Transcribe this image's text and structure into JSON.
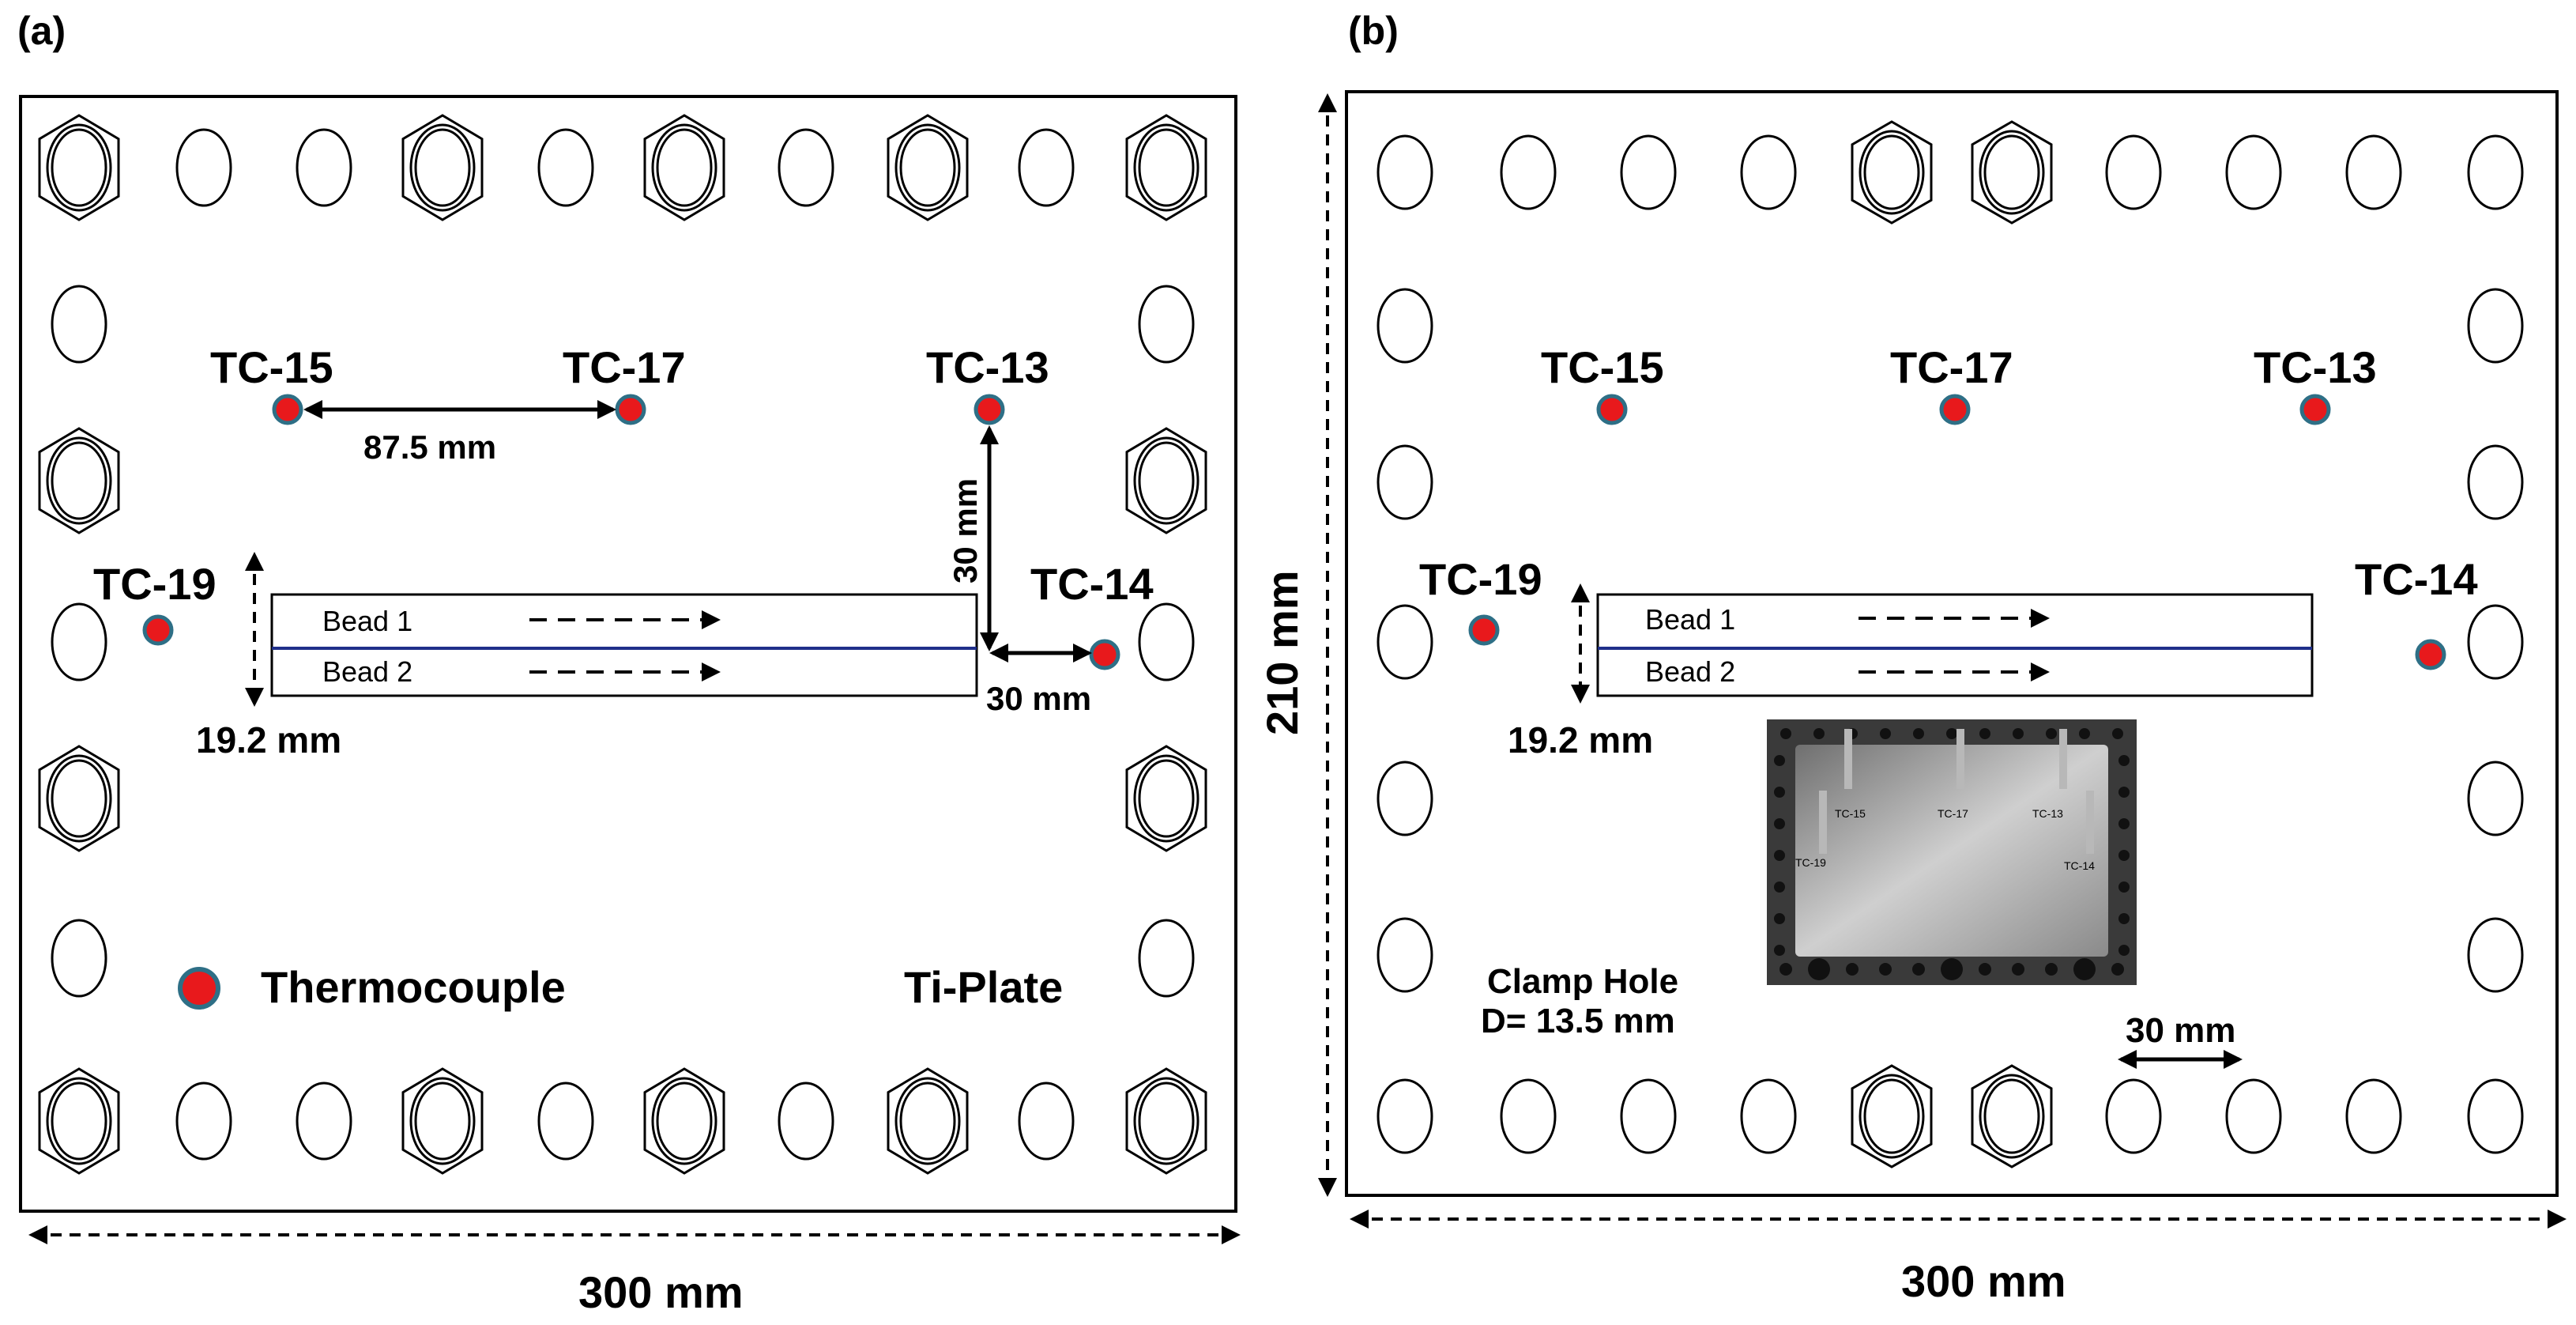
{
  "panels": [
    {
      "id": "a",
      "label": "(a)",
      "thermocouples": [
        "TC-15",
        "TC-17",
        "TC-13",
        "TC-19",
        "TC-14"
      ],
      "beads": [
        "Bead 1",
        "Bead 2"
      ],
      "dims": {
        "tc_spacing": "87.5 mm",
        "vertical_offset": "30 mm",
        "horizontal_offset": "30 mm",
        "bead_width": "19.2 mm",
        "width": "300 mm"
      },
      "legend": "Thermocouple",
      "plate_label": "Ti-Plate"
    },
    {
      "id": "b",
      "label": "(b)",
      "thermocouples": [
        "TC-15",
        "TC-17",
        "TC-13",
        "TC-19",
        "TC-14"
      ],
      "beads": [
        "Bead 1",
        "Bead 2"
      ],
      "dims": {
        "height": "210 mm",
        "bead_width": "19.2 mm",
        "hole_spacing": "30 mm",
        "width": "300 mm"
      },
      "clamp_hole": [
        "Clamp Hole",
        "D= 13.5 mm"
      ],
      "photo_labels": [
        "TC-15",
        "TC-17",
        "TC-13",
        "TC-19",
        "TC-14"
      ]
    }
  ],
  "colors": {
    "thermocouple_fill": "#e8191c",
    "thermocouple_ring": "#2e6f86",
    "bead_divider": "#1f2f8a",
    "outline": "#000000"
  }
}
